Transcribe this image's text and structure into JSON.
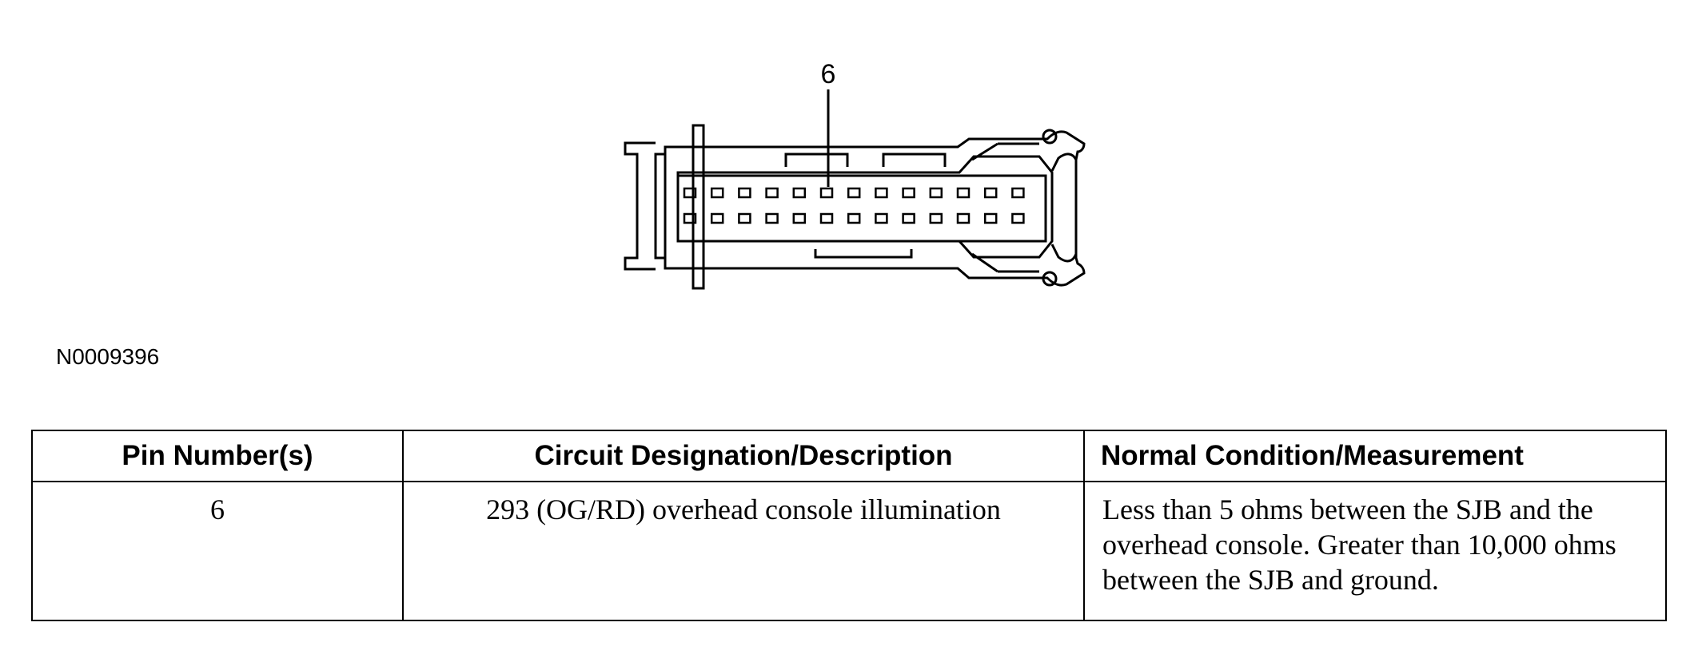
{
  "figure": {
    "pin_callout": "6",
    "figure_id": "N0009396"
  },
  "table": {
    "headers": [
      "Pin Number(s)",
      "Circuit Designation/Description",
      "Normal Condition/Measurement"
    ],
    "rows": [
      {
        "pin": "6",
        "circuit": "293 (OG/RD) overhead console illumination",
        "condition": "Less than 5 ohms between the SJB and the overhead console. Greater than 10,000 ohms between the SJB and ground."
      }
    ]
  }
}
